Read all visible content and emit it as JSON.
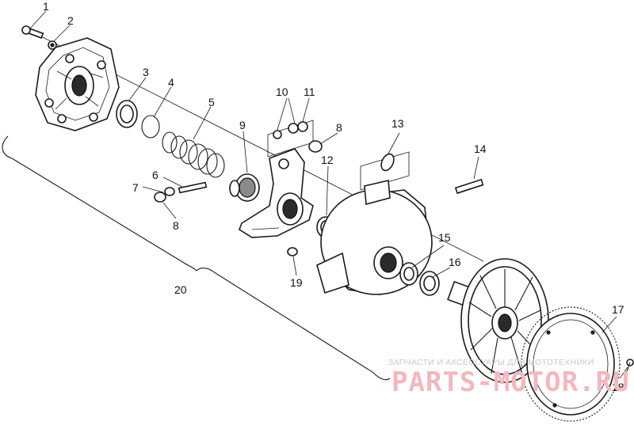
{
  "callouts": [
    {
      "id": "1",
      "text": "1"
    },
    {
      "id": "2",
      "text": "2"
    },
    {
      "id": "3",
      "text": "3"
    },
    {
      "id": "4",
      "text": "4"
    },
    {
      "id": "5",
      "text": "5"
    },
    {
      "id": "6",
      "text": "6"
    },
    {
      "id": "7",
      "text": "7"
    },
    {
      "id": "8a",
      "text": "8"
    },
    {
      "id": "8b",
      "text": "8"
    },
    {
      "id": "9",
      "text": "9"
    },
    {
      "id": "10",
      "text": "10"
    },
    {
      "id": "11",
      "text": "11"
    },
    {
      "id": "12",
      "text": "12"
    },
    {
      "id": "13",
      "text": "13"
    },
    {
      "id": "14",
      "text": "14"
    },
    {
      "id": "15",
      "text": "15"
    },
    {
      "id": "16",
      "text": "16"
    },
    {
      "id": "17",
      "text": "17"
    },
    {
      "id": "18",
      "text": "18"
    },
    {
      "id": "19",
      "text": "19"
    },
    {
      "id": "20",
      "text": "20"
    }
  ],
  "watermark": {
    "caption": "ЗАПЧАСТИ И АКСЕССУАРЫ ДЛЯ МОТОТЕХНИКИ",
    "logo": "PARTS-MOTOR.RU"
  }
}
